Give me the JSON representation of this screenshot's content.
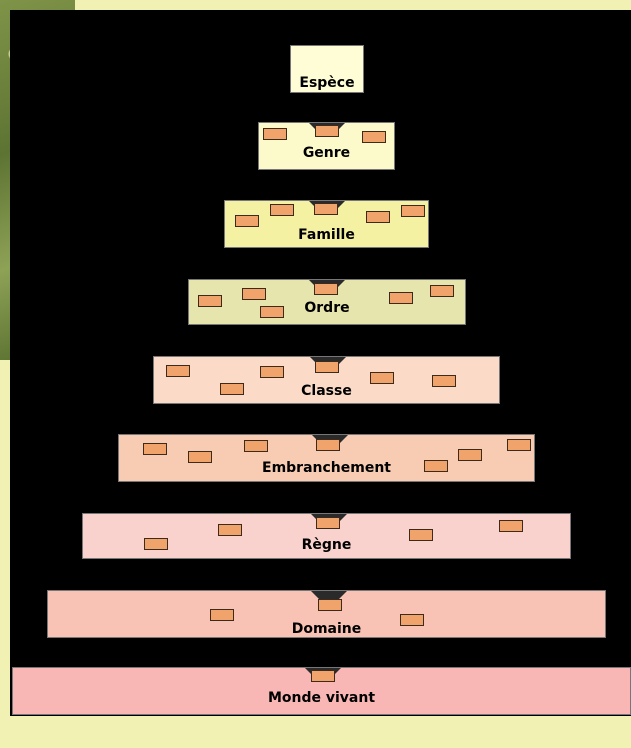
{
  "levels": [
    {
      "label": "Espèce",
      "color": "#fefdd6"
    },
    {
      "label": "Genre",
      "color": "#fcfacb"
    },
    {
      "label": "Famille",
      "color": "#f5f1a3"
    },
    {
      "label": "Ordre",
      "color": "#e7e5ae"
    },
    {
      "label": "Classe",
      "color": "#fbdbc8"
    },
    {
      "label": "Embranchement",
      "color": "#f8ccb3"
    },
    {
      "label": "Règne",
      "color": "#f9d1cd"
    },
    {
      "label": "Domaine",
      "color": "#f8c2b4"
    },
    {
      "label": "Monde vivant",
      "color": "#f8b6b4"
    }
  ],
  "colors": {
    "panel": "#000000",
    "chip": "#f0a36a",
    "page": "#f1f1b4"
  }
}
